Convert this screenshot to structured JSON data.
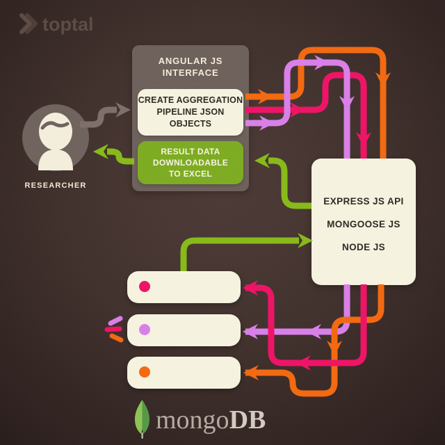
{
  "colors": {
    "orange": "#f2660c",
    "pink": "#ed0f63",
    "violet": "#d77de8",
    "green": "#85b815",
    "gray_arrow": "#7b6d66",
    "panel_bg": "#6b5e58",
    "cream_box_bg": "#f5f2df",
    "green_box_bg": "#7aaa1e",
    "background": "#3e2e2a"
  },
  "toptal": {
    "wordmark": "toptal"
  },
  "interface_panel": {
    "title_line1": "ANGULAR JS",
    "title_line2": "INTERFACE",
    "create_box": {
      "line1": "CREATE AGGREGATION",
      "line2": "PIPELINE JSON OBJECTS"
    },
    "result_box": {
      "line1": "RESULT DATA",
      "line2": "DOWNLOADABLE",
      "line3": "TO EXCEL"
    }
  },
  "researcher": {
    "label": "RESEARCHER"
  },
  "api_box": {
    "line1": "EXPRESS JS API",
    "line2": "MONGOOSE JS",
    "line3": "NODE JS"
  },
  "shards": [
    {
      "id": "shard-1",
      "dot_color": "#ed0f63"
    },
    {
      "id": "shard-2",
      "dot_color": "#d77de8"
    },
    {
      "id": "shard-3",
      "dot_color": "#f2660c"
    }
  ],
  "mongodb": {
    "brand_prefix": "mongo",
    "brand_suffix": "DB"
  },
  "flows": [
    {
      "id": "researcher-to-interface",
      "color": "gray",
      "from": "researcher",
      "to": "angular-interface"
    },
    {
      "id": "interface-to-api-orange",
      "color": "orange",
      "from": "create-aggregation-box",
      "to": "express-api"
    },
    {
      "id": "interface-to-api-pink",
      "color": "pink",
      "from": "create-aggregation-box",
      "to": "express-api"
    },
    {
      "id": "interface-to-api-violet",
      "color": "violet",
      "from": "create-aggregation-box",
      "to": "express-api"
    },
    {
      "id": "api-to-shard-1",
      "color": "pink",
      "from": "express-api",
      "to": "shard-1"
    },
    {
      "id": "api-to-shard-2",
      "color": "violet",
      "from": "express-api",
      "to": "shard-2"
    },
    {
      "id": "api-to-shard-3",
      "color": "orange",
      "from": "express-api",
      "to": "shard-3"
    },
    {
      "id": "shard-1-to-api",
      "color": "green",
      "from": "shard-1",
      "to": "express-api"
    },
    {
      "id": "api-to-result-box",
      "color": "green",
      "from": "express-api",
      "to": "result-box"
    },
    {
      "id": "result-to-researcher",
      "color": "green",
      "from": "result-box",
      "to": "researcher"
    }
  ]
}
